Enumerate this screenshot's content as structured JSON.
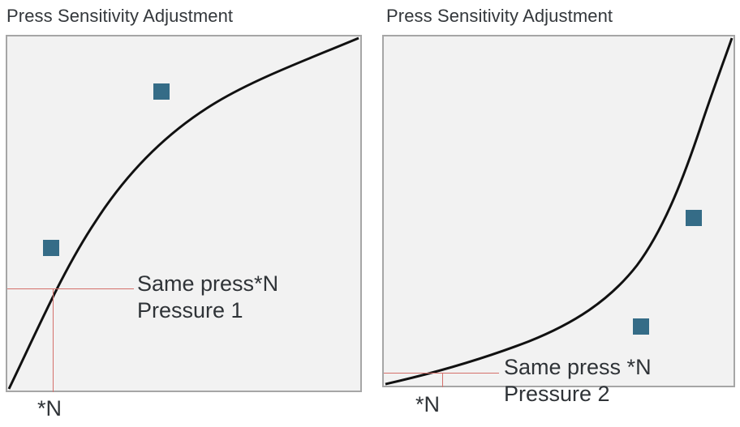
{
  "page": {
    "background": "#ffffff",
    "plot_background": "#f2f2f2",
    "plot_border_color": "#a6a6a6",
    "marker_color": "#356c87",
    "guide_color": "#d4706b",
    "curve_color": "#000000",
    "text_color": "#2f3337"
  },
  "charts": [
    {
      "id": "chart-left",
      "title": "Press Sensitivity Adjustment",
      "annotation_line1": "Same press*N",
      "annotation_line2": "Pressure 1",
      "x_axis_label": "*N"
    },
    {
      "id": "chart-right",
      "title": "Press Sensitivity Adjustment",
      "annotation_line1": "Same press *N",
      "annotation_line2": "Pressure 2",
      "x_axis_label": "*N"
    }
  ],
  "chart_data": [
    {
      "type": "line",
      "title": "Press Sensitivity Adjustment",
      "xlabel": "*N",
      "ylabel": "",
      "xlim": [
        0,
        1
      ],
      "ylim": [
        0,
        1
      ],
      "grid": false,
      "legend": "none",
      "curve_shape": "concave-logarithmic",
      "series": [
        {
          "name": "Pressure 1 response curve",
          "x": [
            0.0,
            0.04,
            0.08,
            0.12,
            0.16,
            0.2,
            0.25,
            0.3,
            0.35,
            0.4,
            0.45,
            0.5,
            0.55,
            0.6,
            0.65,
            0.7,
            0.75,
            0.8,
            0.85,
            0.9,
            0.95,
            1.0
          ],
          "y": [
            0.0,
            0.1,
            0.2,
            0.3,
            0.385,
            0.46,
            0.545,
            0.62,
            0.675,
            0.725,
            0.765,
            0.8,
            0.83,
            0.855,
            0.878,
            0.898,
            0.917,
            0.935,
            0.952,
            0.968,
            0.984,
            1.0
          ]
        }
      ],
      "markers": [
        {
          "name": "marker-upper",
          "x": 0.425,
          "y": 0.785
        },
        {
          "name": "marker-lower",
          "x": 0.105,
          "y": 0.405
        }
      ],
      "guides": {
        "horizontal_y": 0.293,
        "horizontal_x_extent": [
          0.0,
          0.355
        ],
        "vertical_x": 0.128,
        "vertical_y_extent": [
          0.0,
          0.293
        ]
      },
      "annotations": [
        {
          "text": "Same press*N",
          "x": 0.363,
          "y": 0.305
        },
        {
          "text": "Pressure 1",
          "x": 0.363,
          "y": 0.232
        }
      ]
    },
    {
      "type": "line",
      "title": "Press Sensitivity Adjustment",
      "xlabel": "*N",
      "ylabel": "",
      "xlim": [
        0,
        1
      ],
      "ylim": [
        0,
        1
      ],
      "grid": false,
      "legend": "none",
      "curve_shape": "convex-exponential",
      "series": [
        {
          "name": "Pressure 2 response curve",
          "x": [
            0.0,
            0.05,
            0.1,
            0.15,
            0.2,
            0.25,
            0.3,
            0.35,
            0.4,
            0.45,
            0.5,
            0.55,
            0.6,
            0.65,
            0.7,
            0.75,
            0.8,
            0.85,
            0.9,
            0.95,
            1.0
          ],
          "y": [
            0.0,
            0.017,
            0.035,
            0.052,
            0.07,
            0.09,
            0.112,
            0.135,
            0.16,
            0.19,
            0.225,
            0.268,
            0.32,
            0.385,
            0.465,
            0.56,
            0.665,
            0.772,
            0.865,
            0.94,
            1.0
          ]
        }
      ],
      "markers": [
        {
          "name": "marker-upper",
          "x": 0.875,
          "y": 0.515
        },
        {
          "name": "marker-lower",
          "x": 0.727,
          "y": 0.207
        }
      ],
      "guides": {
        "horizontal_y": 0.044,
        "horizontal_x_extent": [
          0.0,
          0.327
        ],
        "vertical_x": 0.166,
        "vertical_y_extent": [
          0.0,
          0.044
        ]
      },
      "annotations": [
        {
          "text": "Same press *N",
          "x": 0.355,
          "y": 0.04
        },
        {
          "text": "Pressure 2",
          "x": 0.355,
          "y": -0.035
        }
      ]
    }
  ]
}
